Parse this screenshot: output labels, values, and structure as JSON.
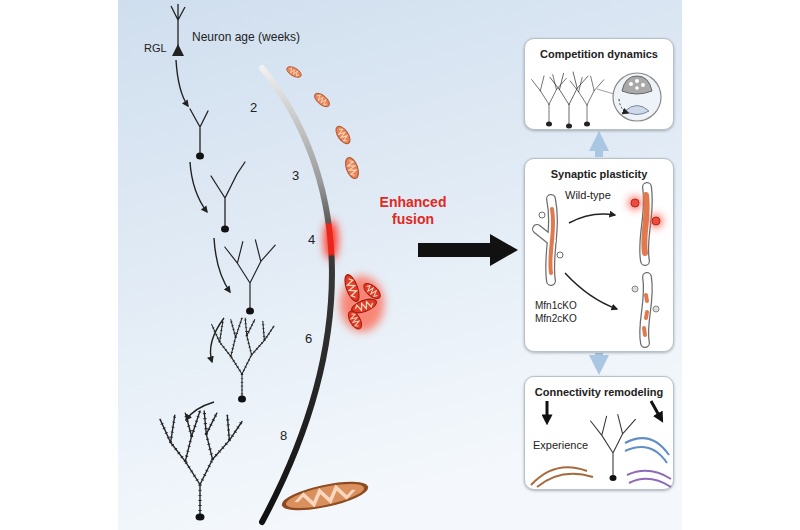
{
  "diagram": {
    "nodes": [
      {
        "text": [
          "Competition dynamics"
        ]
      },
      {
        "text": [
          "Synaptic plasticity",
          "Wild-type",
          "Mfn1cKO Mfn2cKO"
        ]
      },
      {
        "text": [
          "Connectivity remodeling",
          "Experience"
        ]
      }
    ],
    "edges": [
      {
        "from": 1,
        "to": 0,
        "arrow": "to"
      },
      {
        "from": 1,
        "to": 2,
        "arrow": "to"
      }
    ],
    "labels": [
      "RGL",
      "Neuron age (weeks)",
      "2",
      "3",
      "4",
      "6",
      "8",
      "Enhanced fusion"
    ]
  }
}
